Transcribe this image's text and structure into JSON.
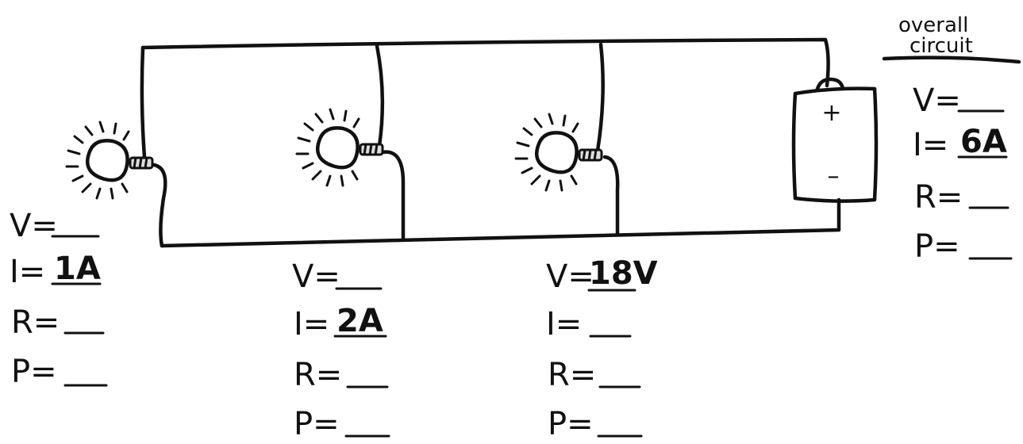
{
  "battery": {
    "plus": "+",
    "minus": "–"
  },
  "overall": {
    "heading_line1": "overall",
    "heading_line2": "circuit",
    "v": "V=",
    "v_value": "",
    "i": "I=",
    "i_value": "6A",
    "r": "R=",
    "r_value": "",
    "p": "P=",
    "p_value": ""
  },
  "bulb1": {
    "v": "V=",
    "v_value": "",
    "i": "I=",
    "i_value": "1A",
    "r": "R=",
    "r_value": "",
    "p": "P=",
    "p_value": ""
  },
  "bulb2": {
    "v": "V=",
    "v_value": "",
    "i": "I=",
    "i_value": "2A",
    "r": "R=",
    "r_value": "",
    "p": "P=",
    "p_value": ""
  },
  "bulb3": {
    "v": "V=",
    "v_value": "18V",
    "i": "I=",
    "i_value": "",
    "r": "R=",
    "r_value": "",
    "p": "P=",
    "p_value": ""
  }
}
